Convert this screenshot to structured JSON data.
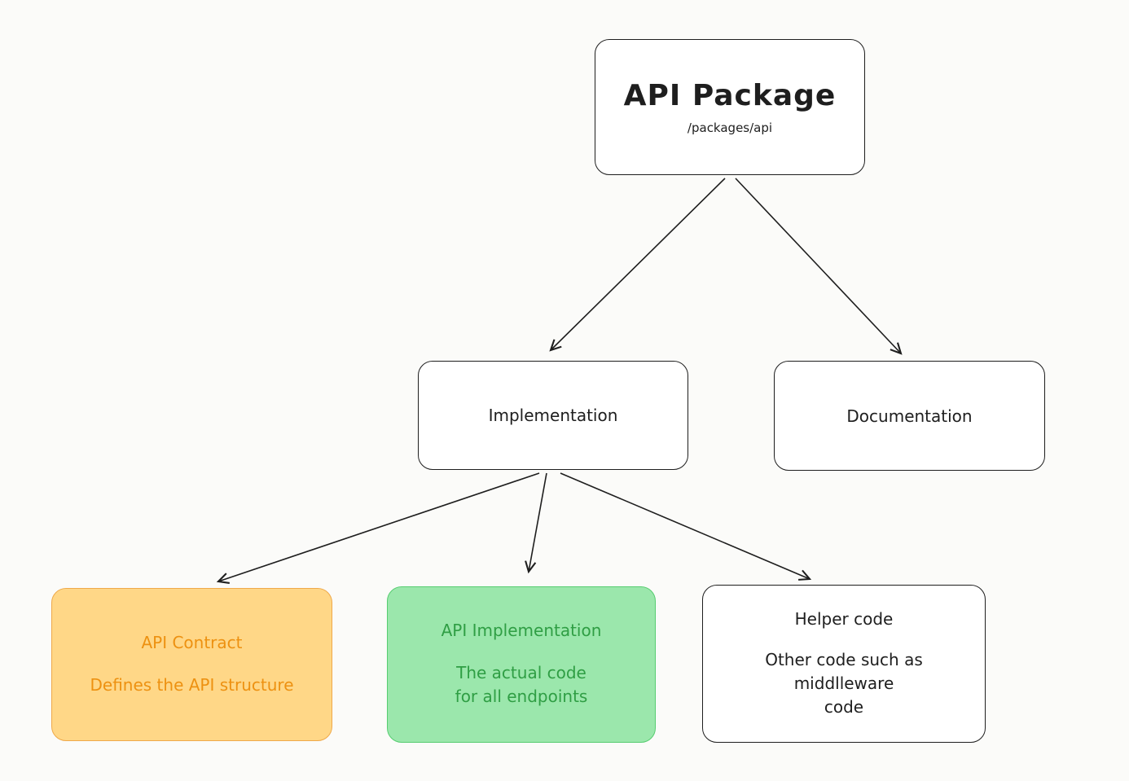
{
  "canvas": {
    "background": "#fbfbf9"
  },
  "nodes": {
    "api_package": {
      "title": "API Package",
      "subtitle": "/packages/api"
    },
    "implementation": {
      "label": "Implementation"
    },
    "documentation": {
      "label": "Documentation"
    },
    "api_contract": {
      "title": "API Contract",
      "description": "Defines the API structure"
    },
    "api_implementation": {
      "title": "API Implementation",
      "description": "The actual code\nfor all endpoints"
    },
    "helper_code": {
      "title": "Helper code",
      "description": "Other code such as\nmiddlleware\ncode"
    }
  },
  "colors": {
    "stroke": "#1e1e1e",
    "contract_fill": "#ffd787",
    "contract_border": "#efa94a",
    "contract_text": "#ed9111",
    "implementation_fill": "#9be7ac",
    "implementation_border": "#57cd71",
    "implementation_text": "#2f9e44"
  }
}
